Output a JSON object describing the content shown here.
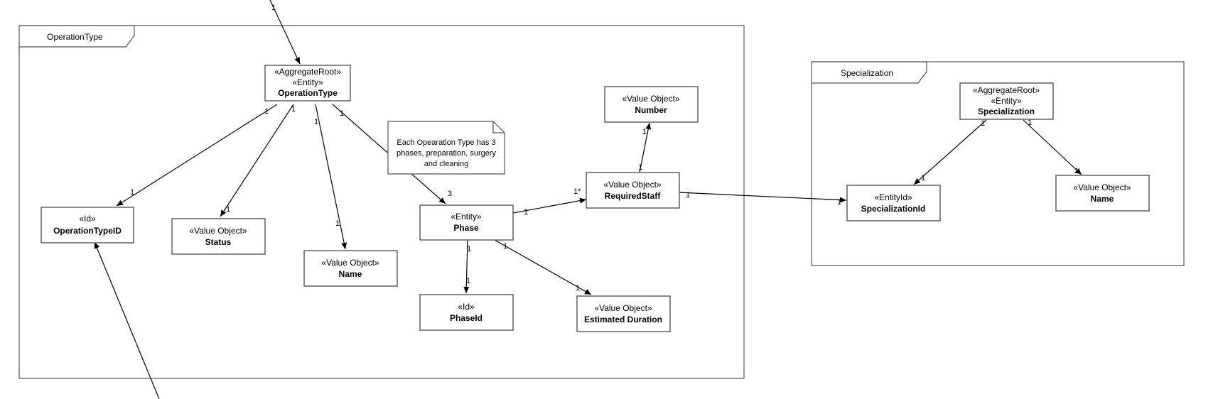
{
  "frames": {
    "operation_type": {
      "title": "OperationType"
    },
    "specialization": {
      "title": "Specialization"
    }
  },
  "classes": {
    "operation_type": {
      "stereotypes": [
        "«AggregateRoot»",
        "«Entity»"
      ],
      "name": "OperationType"
    },
    "operation_type_id": {
      "stereotypes": [
        "«Id»"
      ],
      "name": "OperationTypeID"
    },
    "status": {
      "stereotypes": [
        "«Value Object»"
      ],
      "name": "Status"
    },
    "ot_name": {
      "stereotypes": [
        "«Value Object»"
      ],
      "name": "Name"
    },
    "phase": {
      "stereotypes": [
        "«Entity»"
      ],
      "name": "Phase"
    },
    "phase_id": {
      "stereotypes": [
        "«Id»"
      ],
      "name": "PhaseId"
    },
    "estimated_duration": {
      "stereotypes": [
        "«Value Object»"
      ],
      "name": "Estimated Duration"
    },
    "required_staff": {
      "stereotypes": [
        "«Value Object»"
      ],
      "name": "RequiredStaff"
    },
    "number": {
      "stereotypes": [
        "«Value Object»"
      ],
      "name": "Number"
    },
    "specialization": {
      "stereotypes": [
        "«AggregateRoot»",
        "«Entity»"
      ],
      "name": "Specialization"
    },
    "specialization_id": {
      "stereotypes": [
        "«EntityId»"
      ],
      "name": "SpecializationId"
    },
    "sp_name": {
      "stereotypes": [
        "«Value Object»"
      ],
      "name": "Name"
    }
  },
  "note": {
    "lines": [
      "Each Opearation Type has 3",
      "phases, preparation, surgery",
      "and cleaning"
    ]
  },
  "associations": [
    {
      "id": "incoming-top-to-operationtype",
      "source_mult": "1",
      "target_mult": ""
    },
    {
      "id": "operationtype-to-operationtypeid",
      "source_mult": "1",
      "target_mult": "1"
    },
    {
      "id": "operationtype-to-status",
      "source_mult": "1",
      "target_mult": "1"
    },
    {
      "id": "operationtype-to-name",
      "source_mult": "1",
      "target_mult": "1"
    },
    {
      "id": "operationtype-to-phase",
      "source_mult": "1",
      "target_mult": "3"
    },
    {
      "id": "phase-to-requiredstaff",
      "source_mult": "1",
      "target_mult": "1*"
    },
    {
      "id": "phase-to-phaseid",
      "source_mult": "1",
      "target_mult": "1"
    },
    {
      "id": "phase-to-estimatedduration",
      "source_mult": "1",
      "target_mult": "1"
    },
    {
      "id": "requiredstaff-to-number",
      "source_mult": "1",
      "target_mult": "1"
    },
    {
      "id": "requiredstaff-to-specializationid",
      "source_mult": "1",
      "target_mult": "1"
    },
    {
      "id": "specialization-to-specializationid",
      "source_mult": "1",
      "target_mult": "1"
    },
    {
      "id": "specialization-to-name",
      "source_mult": "1",
      "target_mult": "1"
    },
    {
      "id": "incoming-bottom-to-operationtypeid",
      "source_mult": "",
      "target_mult": ""
    }
  ],
  "colors": {
    "stroke": "#555555",
    "line": "#000000",
    "background": "#ffffff"
  }
}
